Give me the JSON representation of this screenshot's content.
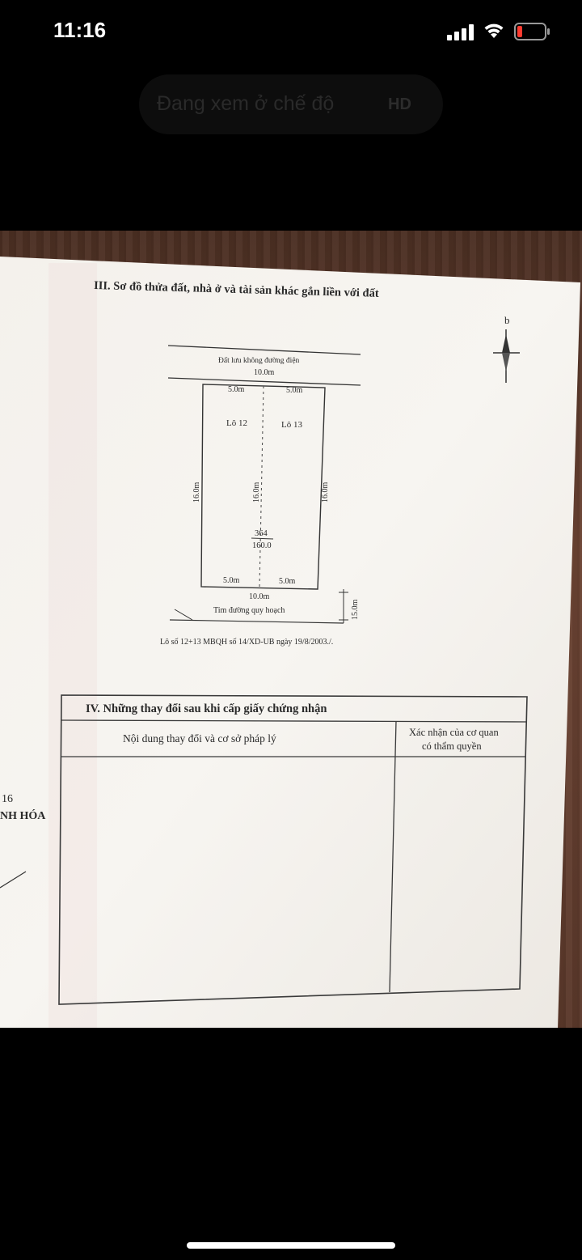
{
  "status_bar": {
    "time": "11:16",
    "battery_color": "#ff3b30"
  },
  "video_overlay": {
    "mode_text": "Đang xem ở chế độ",
    "quality_badge": "HD"
  },
  "document": {
    "section3_title": "III. Sơ đồ thửa đất, nhà ở và tài sản khác gắn liền với đất",
    "north_label": "b",
    "diagram": {
      "top_note": "Đất lưu không đường điện",
      "top_width": "10.0m",
      "top_left_seg": "5.0m",
      "top_right_seg": "5.0m",
      "lot_left": "Lô 12",
      "lot_right": "Lô 13",
      "left_side": "16.0m",
      "middle_side": "16.0m",
      "right_side": "16.0m",
      "parcel_number": "364",
      "parcel_area": "160.0",
      "bottom_left_seg": "5.0m",
      "bottom_right_seg": "5.0m",
      "bottom_width": "10.0m",
      "road_label": "Tim đường quy hoạch",
      "road_offset": "15.0m",
      "caption": "Lô số 12+13 MBQH số 14/XD-UB ngày 19/8/2003./."
    },
    "section4": {
      "title": "IV. Những thay đổi sau khi cấp giấy chứng nhận",
      "col1_header": "Nội dung thay đổi và cơ sở pháp lý",
      "col2_header_line1": "Xác nhận của cơ quan",
      "col2_header_line2": "có thẩm quyền"
    },
    "left_edge_number": "16",
    "left_edge_text": "NH HÓA"
  }
}
